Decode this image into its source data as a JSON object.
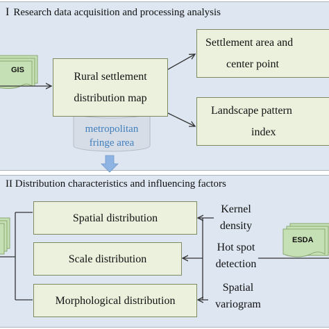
{
  "section1": {
    "roman": "I",
    "title": "Research data acquisition and processing analysis",
    "gis_label": "GIS",
    "map_box": [
      "Rural settlement",
      "distribution map"
    ],
    "cylinder": [
      "metropolitan",
      "fringe area"
    ],
    "settlement_box": [
      "Settlement area and",
      "center point"
    ],
    "landscape_box": [
      "Landscape pattern",
      "index"
    ]
  },
  "section2": {
    "title": "II Distribution characteristics and influencing factors",
    "spatial_box": "Spatial distribution",
    "scale_box": "Scale distribution",
    "morph_box": "Morphological distribution",
    "kernel_label": [
      "Kernel",
      "density"
    ],
    "hotspot_label": [
      "Hot spot",
      "detection"
    ],
    "variogram_label": [
      "Spatial",
      "variogram"
    ],
    "esda_label": "ESDA"
  },
  "colors": {
    "panel": "#dde6f1",
    "box_fill": "#ebf1dd",
    "box_border": "#7d8a5e",
    "doc_fill": "#c5e0b4",
    "cylinder": "#d7dde6",
    "cylinder_text": "#3f7fbf",
    "down_arrow": "#8eb4e3"
  }
}
